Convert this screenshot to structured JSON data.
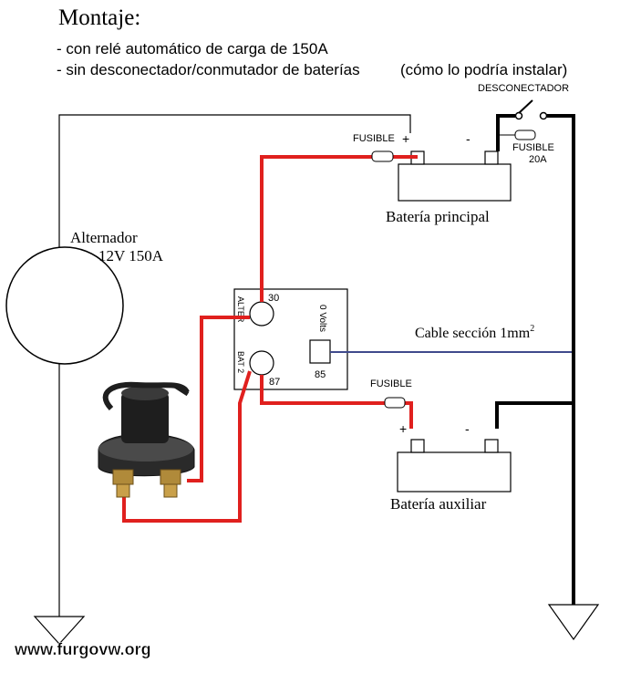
{
  "header": {
    "title": "Montaje:",
    "line1": "- con relé automático de carga de 150A",
    "line2": "- sin desconectador/conmutador de baterías",
    "line2_note": "(cómo lo podría instalar)"
  },
  "labels": {
    "alternator_name": "Alternador",
    "alternator_spec": "12V 150A",
    "battery_main": "Batería principal",
    "battery_aux": "Batería auxiliar",
    "fuse_main": "FUSIBLE",
    "fuse_aux": "FUSIBLE",
    "fuse_20_a": "FUSIBLE",
    "fuse_20_b": "20A",
    "disconnector": "DESCONECTADOR",
    "plus": "+",
    "minus": "-",
    "cable_text": "Cable sección 1mm",
    "cable_sup": "2",
    "relay_alter": "ALTER",
    "relay_bat2": "BAT 2",
    "relay_0volts": "0 Volts",
    "relay_30": "30",
    "relay_87": "87",
    "relay_85": "85",
    "watermark": "www.furgovw.org"
  },
  "colors": {
    "red_wire": "#e0201e",
    "black_wire": "#000000",
    "blue_wire": "#3f4a8c",
    "thin_line": "#000000"
  }
}
